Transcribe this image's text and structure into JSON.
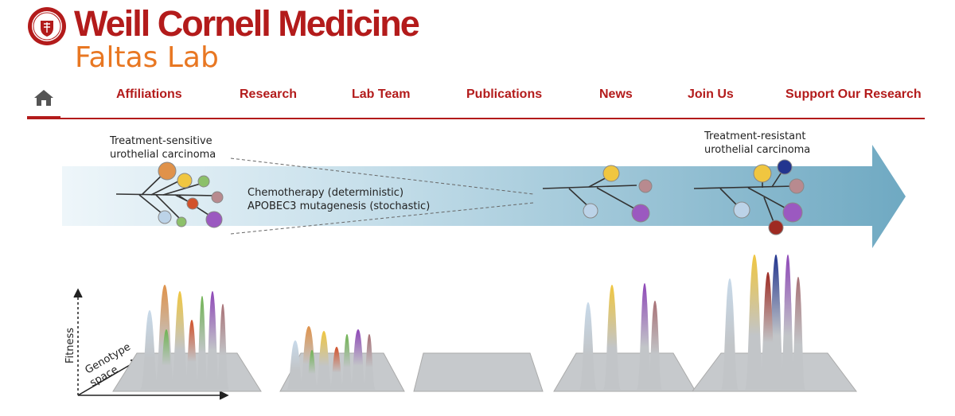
{
  "brand": {
    "title": "Weill Cornell Medicine",
    "subtitle": "Faltas Lab",
    "seal_icon": "university-seal-icon"
  },
  "nav": {
    "home_icon": "home-icon",
    "items": [
      {
        "label": "Affiliations"
      },
      {
        "label": "Research"
      },
      {
        "label": "Lab Team"
      },
      {
        "label": "Publications"
      },
      {
        "label": "News"
      },
      {
        "label": "Join Us"
      },
      {
        "label": "Support Our Research"
      }
    ]
  },
  "figure": {
    "left_label": [
      "Treatment-sensitive",
      "urothelial carcinoma"
    ],
    "right_label": [
      "Treatment-resistant",
      "urothelial carcinoma"
    ],
    "process_label": [
      "Chemotherapy (deterministic)",
      "APOBEC3 mutagenesis (stochastic)"
    ],
    "axis_fitness": "Fitness",
    "axis_genotype": [
      "Genotype",
      "space"
    ]
  },
  "colors": {
    "brand_red": "#b31b1b",
    "brand_orange": "#e87722",
    "clone_orange": "#e0924a",
    "clone_yellow": "#f0c640",
    "clone_green": "#8cc06a",
    "clone_red": "#d2522b",
    "clone_purple": "#9b59c0",
    "clone_mauve": "#b88a8f",
    "clone_blue": "#bcd3e8",
    "clone_navy": "#22358f",
    "clone_darkred": "#9e2a22"
  }
}
